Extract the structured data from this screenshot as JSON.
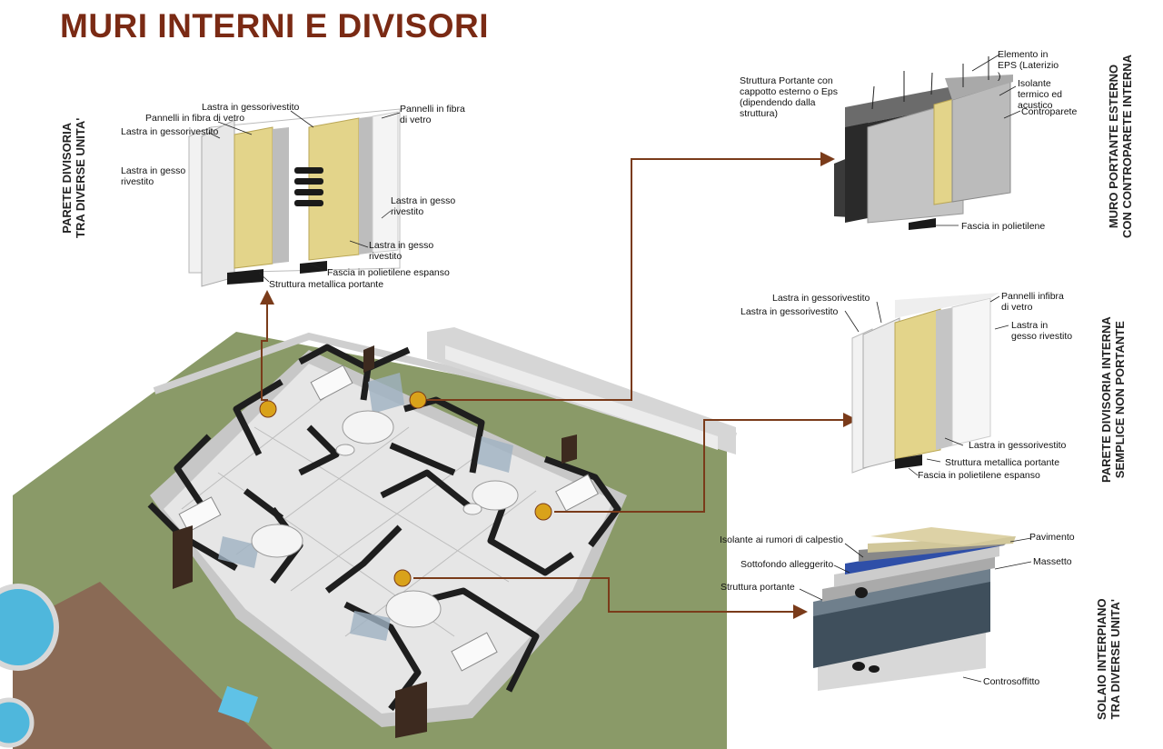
{
  "title": "MURI INTERNI E DIVISORI",
  "panels": {
    "parete_divisoria": {
      "side_label": [
        "PARETE DIVISORIA",
        "TRA DIVERSE UNITA'"
      ],
      "labels": {
        "l1": "Lastra in gessorivestito",
        "l2": "Pannelli in fibra di vetro",
        "l3": "Lastra in gessorivestito",
        "l4": "Lastra in gesso rivestito",
        "l5": "Pannelli in fibra di vetro",
        "l6": "Lastra in gesso rivestito",
        "l7": "Lastra in gesso rivestito",
        "l8": "Fascia in polietilene espanso",
        "l9": "Struttura metallica portante"
      }
    },
    "muro_portante": {
      "side_label": [
        "MURO PORTANTE ESTERNO",
        "CON CONTROPARETE INTERNA"
      ],
      "labels": {
        "l1": "Struttura Portante con cappotto esterno o Eps (dipendendo dalla struttura)",
        "l2": "Elemento in EPS (Laterizio )",
        "l3": "Isolante termico ed acustico",
        "l4": "Controparete",
        "l5": "Fascia in polietilene"
      }
    },
    "parete_interna": {
      "side_label": [
        "PARETE DIVISORIA INTERNA",
        "SEMPLICE NON PORTANTE"
      ],
      "labels": {
        "l1": "Lastra in gessorivestito",
        "l2": "Lastra in gessorivestito",
        "l3": "Pannelli infibra di vetro",
        "l4": "Lastra in gesso rivestito",
        "l5": "Lastra in gessorivestito",
        "l6": "Struttura metallica portante",
        "l7": "Fascia in polietilene espanso"
      }
    },
    "solaio": {
      "side_label": [
        "SOLAIO INTERPIANO",
        "TRA DIVERSE UNITA'"
      ],
      "labels": {
        "l1": "Isolante ai rumori di calpestio",
        "l2": "Pavimento",
        "l3": "Sottofondo alleggerito",
        "l4": "Massetto",
        "l5": "Struttura portante",
        "l6": "Controsoffitto"
      }
    }
  },
  "colors": {
    "title": "#7a2a14",
    "marker": "#d9a21a",
    "arrow": "#7a3b1a",
    "grass": "#8a9a68",
    "insulation": "#e3d48a",
    "wall_dark": "#1a1a1a"
  }
}
